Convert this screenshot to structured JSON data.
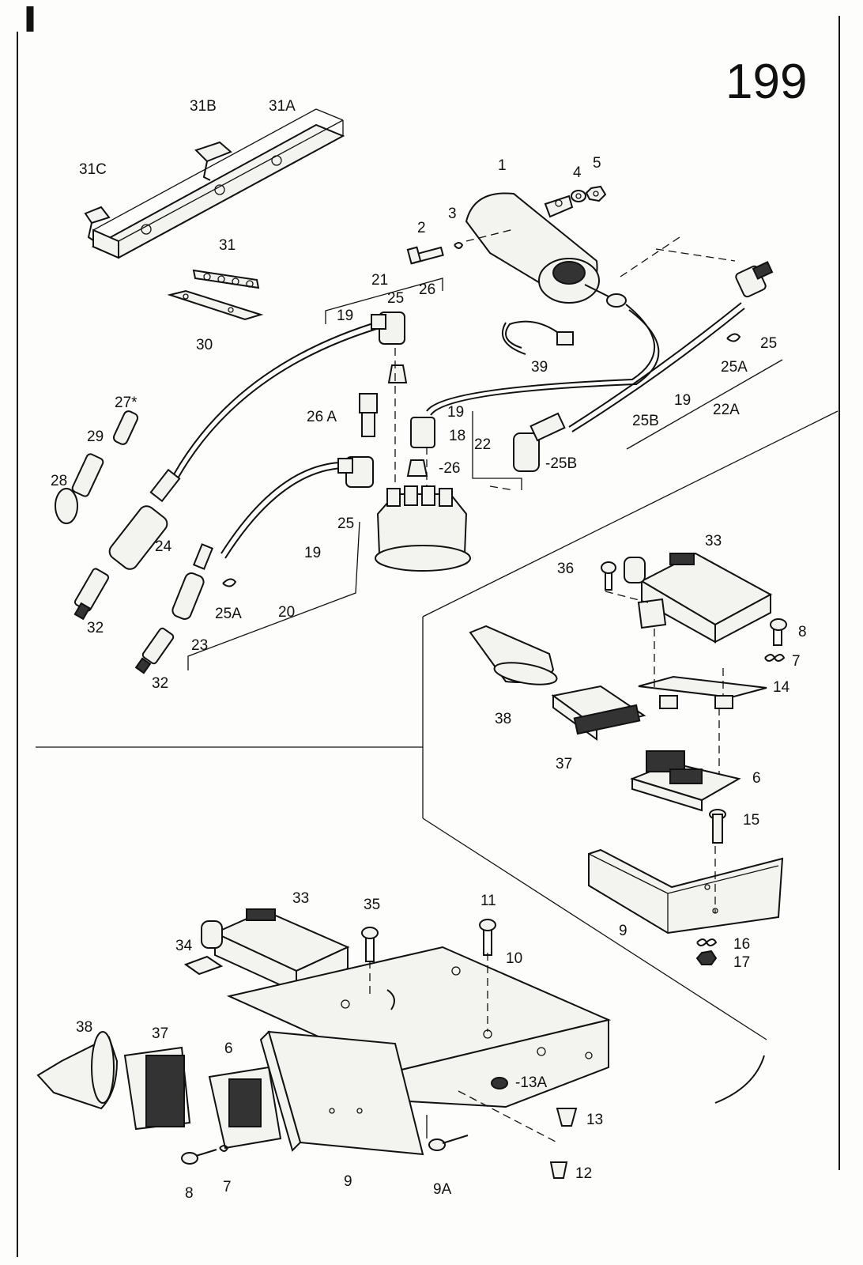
{
  "page_number": "199",
  "labels": {
    "p1": "1",
    "p2": "2",
    "p3": "3",
    "p4": "4",
    "p5": "5",
    "p6a": "6",
    "p6b": "6",
    "p7a": "7",
    "p7b": "7",
    "p8a": "8",
    "p8b": "8",
    "p9a": "9",
    "p9b": "9",
    "p9A": "9A",
    "p10": "10",
    "p11": "11",
    "p12": "12",
    "p13": "13",
    "p13A": "-13A",
    "p14": "14",
    "p15": "15",
    "p16": "16",
    "p17": "17",
    "p18": "18",
    "p19a": "19",
    "p19b": "19",
    "p19c": "19",
    "p19d": "19",
    "p20": "20",
    "p21": "21",
    "p22": "22",
    "p22A": "22A",
    "p23": "23",
    "p24": "24",
    "p25a": "25",
    "p25b": "25",
    "p25c": "25",
    "p25Aa": "25A",
    "p25Ab": "25A",
    "p25Ba": "25B",
    "p25Bb": "-25B",
    "p26a": "26",
    "p26b": "-26",
    "p26A": "26 A",
    "p27": "27*",
    "p28": "28",
    "p29": "29",
    "p30": "30",
    "p31": "31",
    "p31A": "31A",
    "p31B": "31B",
    "p31C": "31C",
    "p32a": "32",
    "p32b": "32",
    "p33a": "33",
    "p33b": "33",
    "p34": "34",
    "p35": "35",
    "p36": "36",
    "p37a": "37",
    "p37b": "37",
    "p38a": "38",
    "p38b": "38",
    "p39": "39"
  }
}
